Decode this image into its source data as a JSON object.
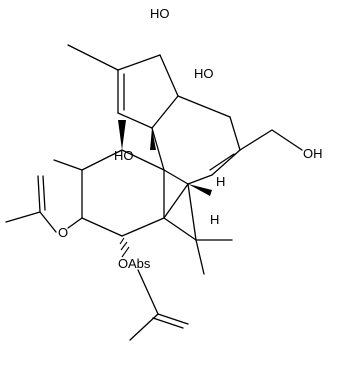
{
  "molecule": {
    "labels": {
      "hydroxyl_top": "HO",
      "hydroxyl_ring_junction": "HO",
      "hydroxymethyl_oh": "OH",
      "hydroxyl_mid": "HO",
      "acetoxy_oxygen": "O",
      "ring_oxygen": "O",
      "stereo_h": "H",
      "overlap_label": "Abs"
    }
  }
}
